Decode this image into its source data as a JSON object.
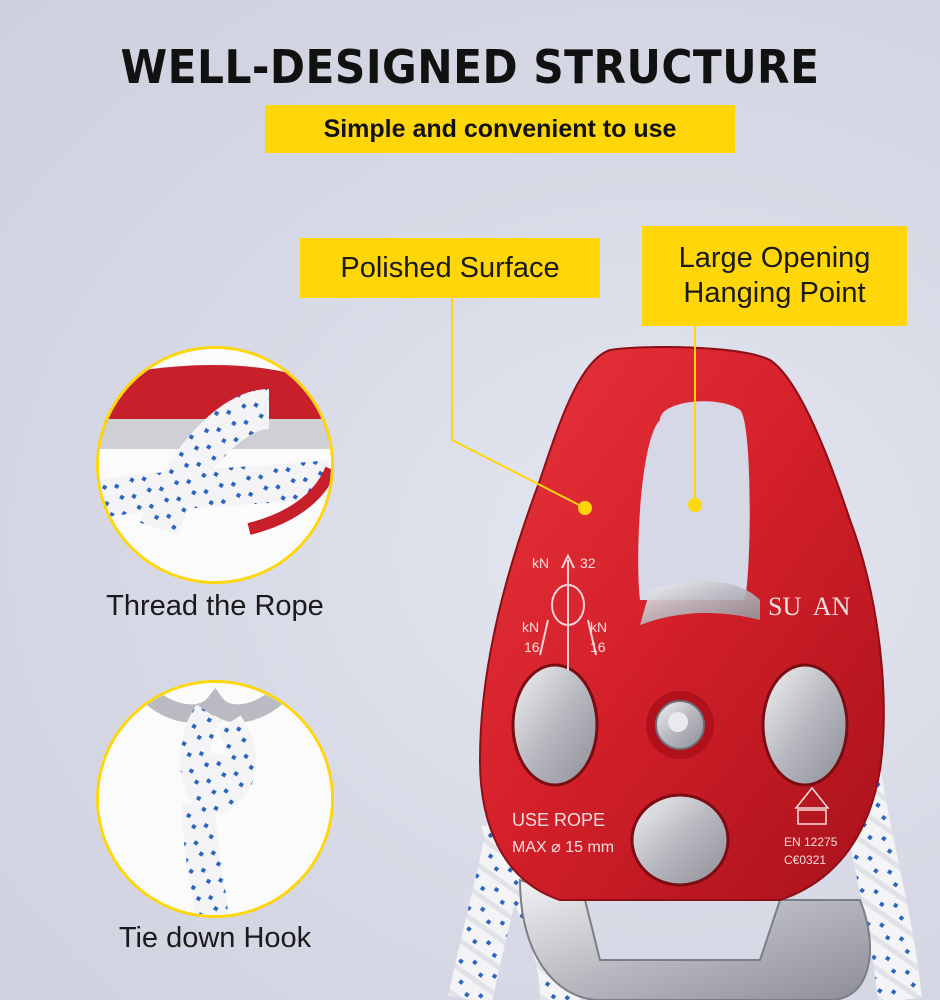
{
  "header": {
    "title": "WELL-DESIGNED STRUCTURE",
    "subtitle": "Simple and convenient to use"
  },
  "callouts": {
    "polished_surface": "Polished Surface",
    "large_opening": "Large Opening\nHanging Point"
  },
  "detail_circles": [
    {
      "caption": "Thread the Rope"
    },
    {
      "caption": "Tie down Hook"
    }
  ],
  "product_markings": {
    "brand": "SU  AN",
    "kn_top_label": "kN",
    "kn_top_value": "32",
    "kn_left_label": "kN",
    "kn_left_value": "16",
    "kn_right_label": "kN",
    "kn_right_value": "16",
    "use_rope": "USE ROPE",
    "max_rope": "MAX ⌀ 15 mm",
    "standard": "EN 12275",
    "ce_mark": "C€0321"
  },
  "colors": {
    "accent_yellow": "#ffd60a",
    "pulley_red": "#d8202a",
    "background": "#d7d9e6"
  }
}
